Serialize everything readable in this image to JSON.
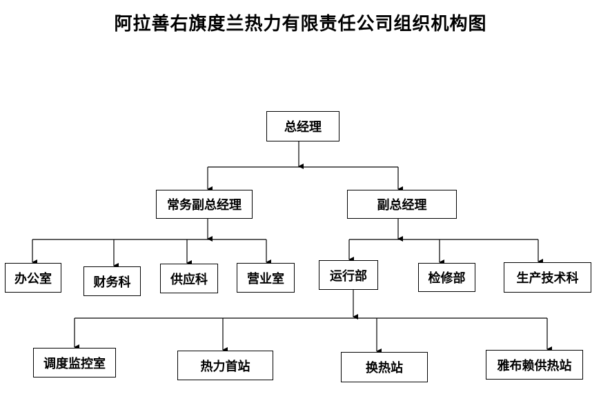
{
  "title": "阿拉善右旗度兰热力有限责任公司组织机构图",
  "nodes": {
    "general_manager": "总经理",
    "executive_deputy": "常务副总经理",
    "deputy": "副总经理",
    "office": "办公室",
    "finance": "财务科",
    "supply": "供应科",
    "business": "营业室",
    "operations": "运行部",
    "maintenance": "检修部",
    "production_tech": "生产技术科",
    "dispatch": "调度监控室",
    "primary_station": "热力首站",
    "exchange_station": "换热站",
    "yabulai_station": "雅布赖供热站"
  }
}
